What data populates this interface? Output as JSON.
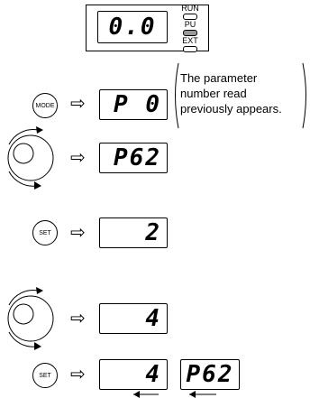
{
  "top_display": {
    "value": "0.0"
  },
  "lamps": [
    {
      "label": "RUN",
      "on": false
    },
    {
      "label": "PU",
      "on": true
    },
    {
      "label": "EXT",
      "on": false
    }
  ],
  "keys": {
    "mode": "MODE",
    "set": "SET"
  },
  "arrow_glyph": "⇨",
  "steps": [
    {
      "display": "P  0"
    },
    {
      "display": "P62"
    },
    {
      "display": "2"
    },
    {
      "display": "4"
    },
    {
      "display": "4",
      "alt_display": "P62"
    }
  ],
  "note": {
    "line1": "The parameter",
    "line2": "number read",
    "line3": "previously appears."
  }
}
